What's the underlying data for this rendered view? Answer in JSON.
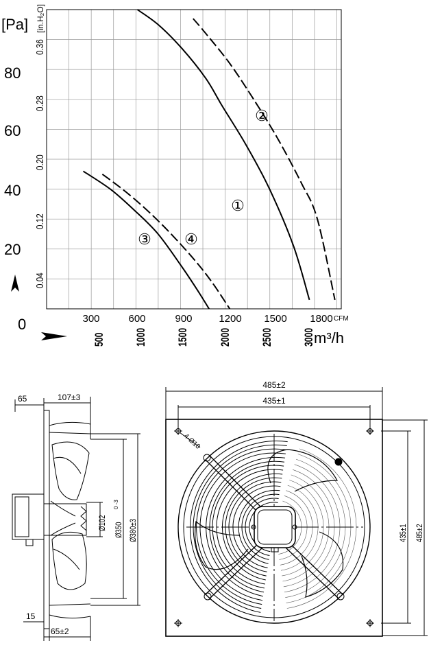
{
  "chart_data": {
    "type": "line",
    "pressure_axis": {
      "pa_unit": "[Pa]",
      "inh2o_unit": "[in.H₂O]",
      "pa_ticks": [
        "80",
        "60",
        "40",
        "20",
        "0"
      ],
      "inh2o_ticks": [
        "0.36",
        "0.28",
        "0.20",
        "0.12",
        "0.04"
      ]
    },
    "flow_axis": {
      "cfm_unit": "CFM",
      "cfm_ticks": [
        "300",
        "600",
        "900",
        "1200",
        "1500",
        "1800"
      ],
      "m3h_unit": "m³/h",
      "m3h_ticks": [
        "500",
        "1000",
        "1500",
        "2000",
        "2500",
        "3000"
      ],
      "xlim_cfm": [
        0,
        1850
      ],
      "ylim_pa": [
        0,
        100
      ]
    },
    "series": [
      {
        "name": "①",
        "style": "solid",
        "x_cfm": [
          570,
          700,
          850,
          1000,
          1100,
          1250,
          1400,
          1550,
          1650
        ],
        "y_pa": [
          100,
          95,
          87,
          77,
          68,
          55,
          40,
          21,
          3
        ]
      },
      {
        "name": "②",
        "style": "dashed",
        "x_cfm": [
          920,
          1000,
          1150,
          1300,
          1450,
          1600,
          1700,
          1810
        ],
        "y_pa": [
          97,
          92,
          82,
          70,
          57,
          42,
          30,
          3
        ]
      },
      {
        "name": "③",
        "style": "solid",
        "x_cfm": [
          230,
          400,
          550,
          700,
          850,
          950,
          1020
        ],
        "y_pa": [
          46,
          40,
          33,
          25,
          14,
          6,
          0
        ]
      },
      {
        "name": "④",
        "style": "dashed",
        "x_cfm": [
          350,
          500,
          650,
          800,
          950,
          1050,
          1150
        ],
        "y_pa": [
          45,
          39,
          32,
          24,
          15,
          8,
          0
        ]
      }
    ]
  },
  "drawing": {
    "side_view": {
      "dim_65": "65",
      "dim_107": "107±3",
      "dim_d102": "Ø102",
      "dim_d350": "Ø350",
      "dim_d350_tol": "0\n-3",
      "dim_d380": "Ø380±3",
      "dim_15": "15",
      "dim_65_bottom": "65±2"
    },
    "front_view": {
      "dim_485_top": "485±2",
      "dim_435_top": "435±1",
      "dim_holes": "4-Ø10",
      "dim_435_right": "435±1",
      "dim_485_right": "485±2"
    }
  }
}
